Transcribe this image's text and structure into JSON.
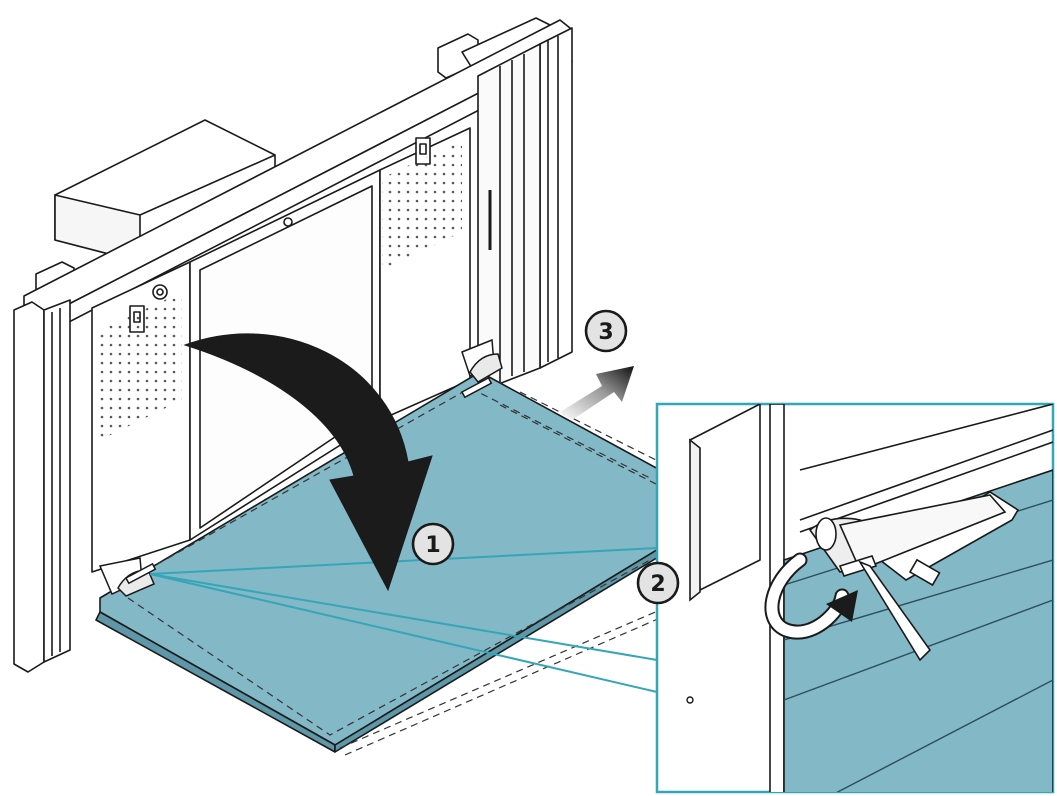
{
  "steps": [
    {
      "label": "1"
    },
    {
      "label": "2"
    },
    {
      "label": "3"
    }
  ],
  "colors": {
    "panel": "#83b8c7",
    "panel_edge": "#5e97a8",
    "callout": "#35a6b8",
    "line": "#1a1a1a",
    "badge_fill": "#e3e3e3",
    "arrow_dark": "#1b1b1b"
  },
  "icons": [
    "curved-arrow-down-icon",
    "slide-out-arrow-icon",
    "rotate-arrow-icon",
    "hex-key-icon"
  ]
}
